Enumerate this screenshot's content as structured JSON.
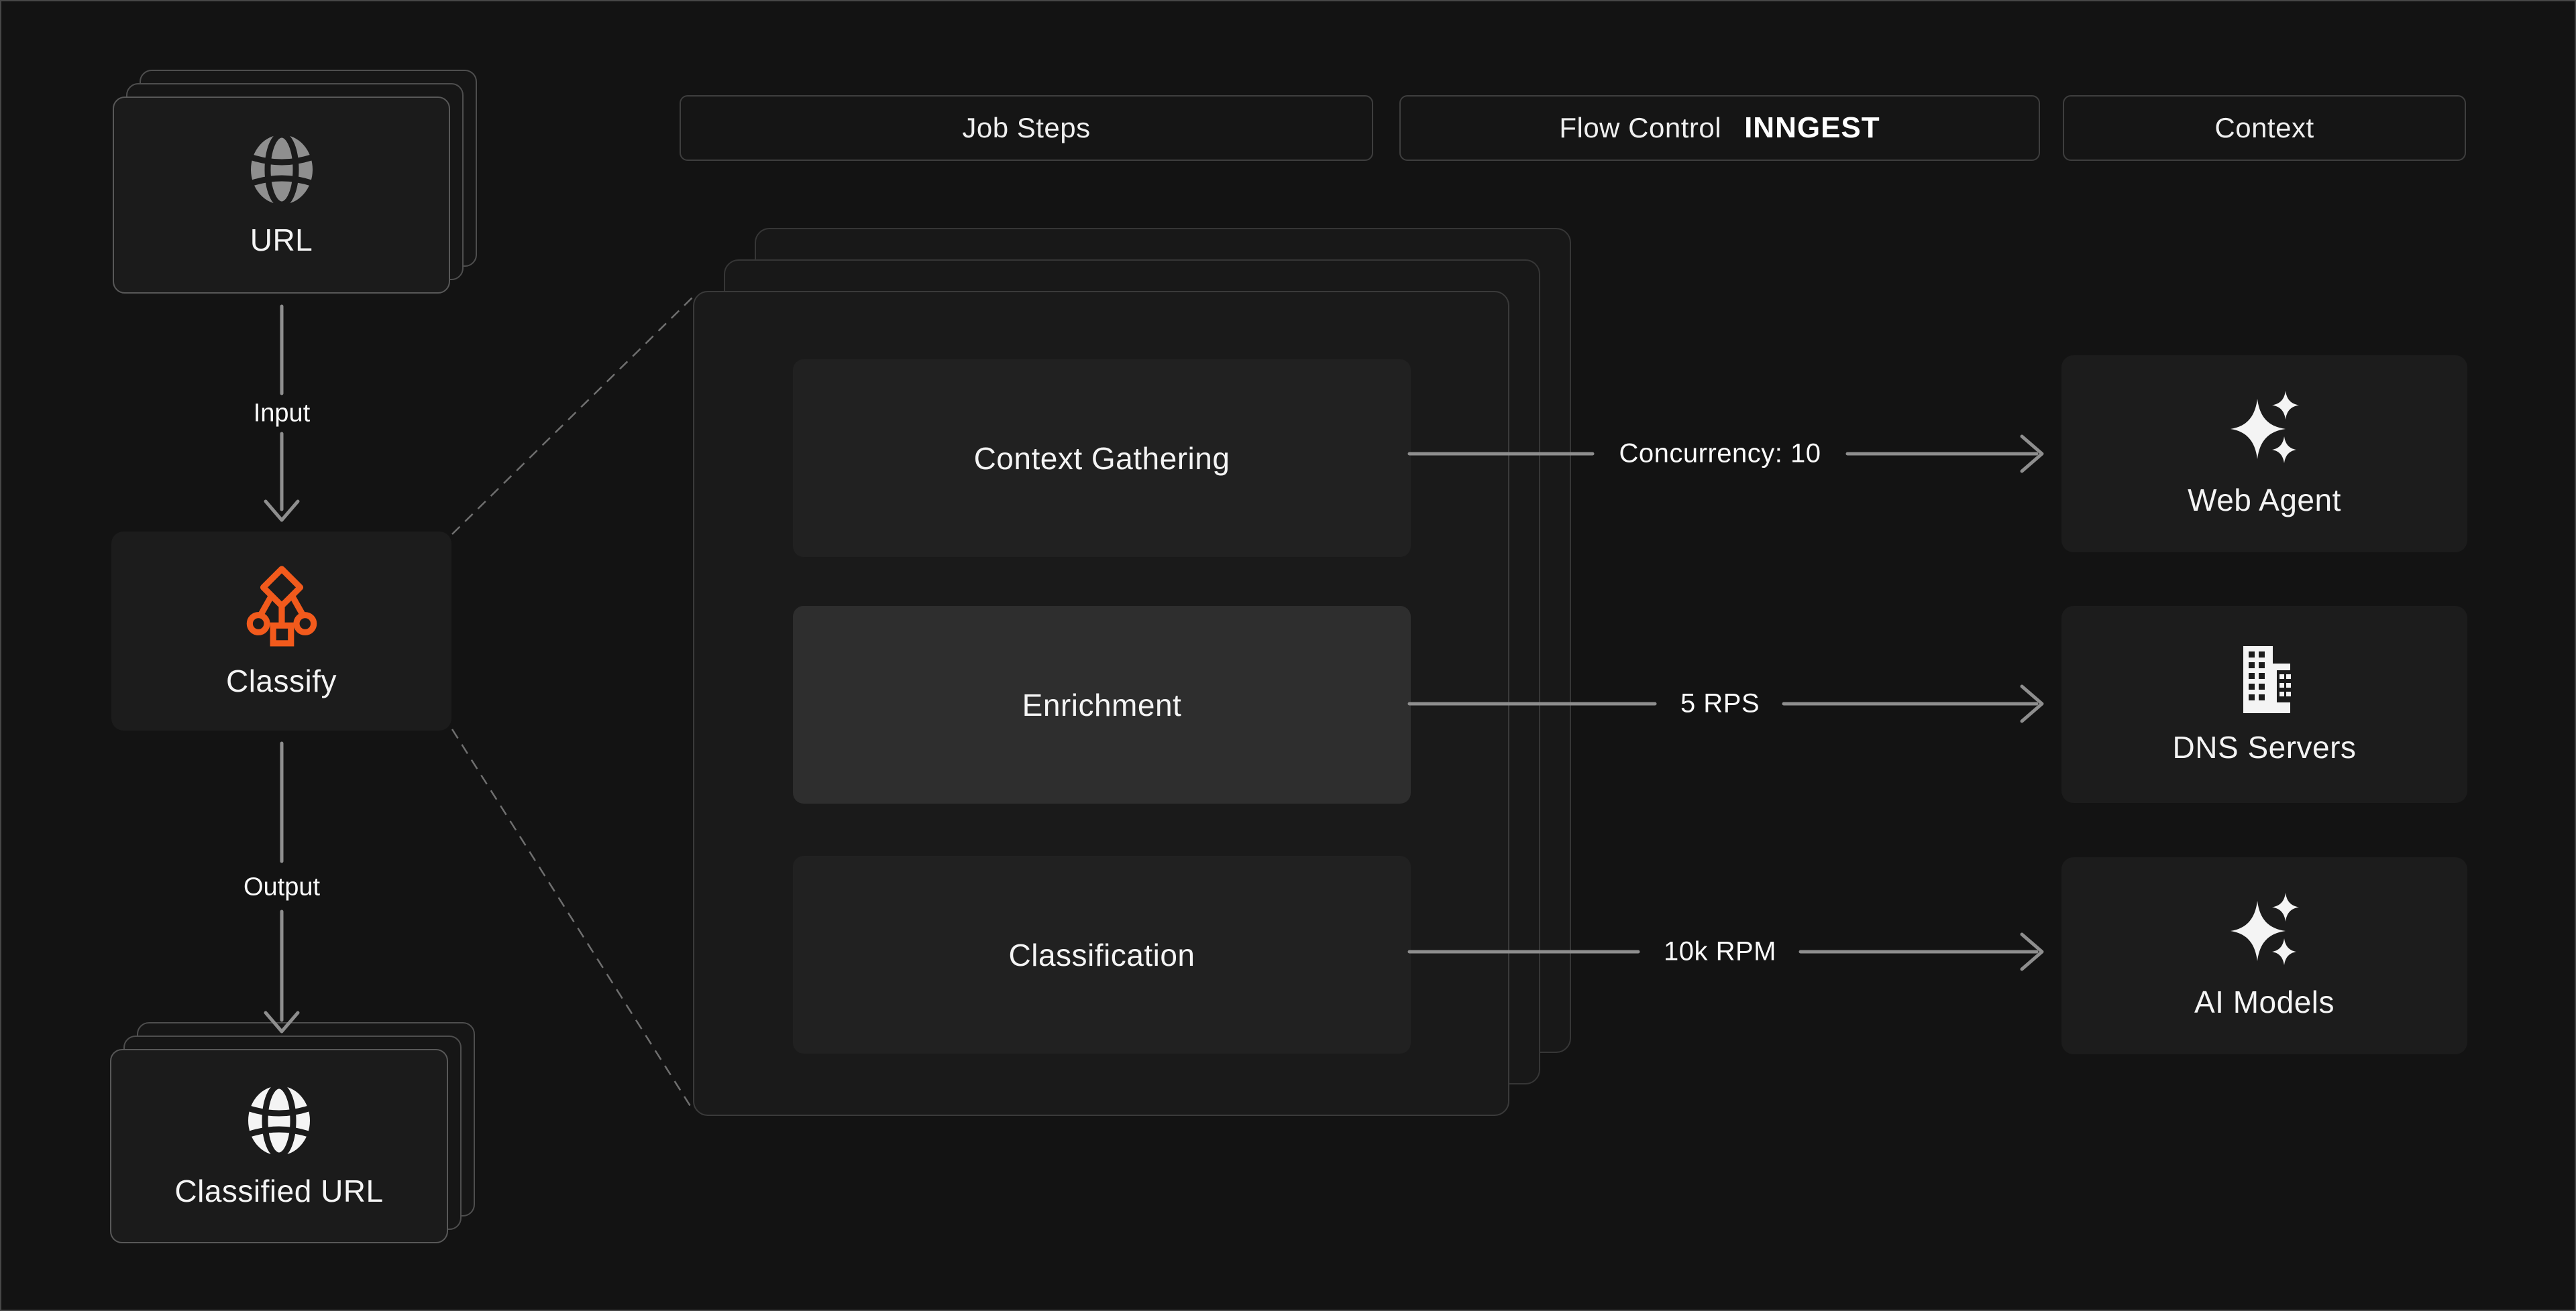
{
  "headers": {
    "job_steps": "Job Steps",
    "flow_control": "Flow Control",
    "flow_control_logo": "INNGEST",
    "context": "Context"
  },
  "pipeline": {
    "input_card": {
      "label": "URL",
      "icon": "globe-icon"
    },
    "input_label": "Input",
    "classify_card": {
      "label": "Classify",
      "icon": "workflow-icon"
    },
    "output_label": "Output",
    "output_card": {
      "label": "Classified URL",
      "icon": "globe-icon"
    }
  },
  "steps": [
    {
      "label": "Context Gathering",
      "active": false
    },
    {
      "label": "Enrichment",
      "active": true
    },
    {
      "label": "Classification",
      "active": false
    }
  ],
  "flow_labels": [
    {
      "label": "Concurrency: 10"
    },
    {
      "label": "5 RPS"
    },
    {
      "label": "10k RPM"
    }
  ],
  "context_cards": [
    {
      "label": "Web Agent",
      "icon": "sparkles-icon"
    },
    {
      "label": "DNS Servers",
      "icon": "building-icon"
    },
    {
      "label": "AI Models",
      "icon": "sparkles-icon"
    }
  ],
  "colors": {
    "background": "#131313",
    "accent_orange": "#f25a1c",
    "arrow_gray": "#8e8e8e",
    "dash_gray": "#6f6f6f",
    "card_border": "#585858",
    "text": "#f4f4f4"
  }
}
